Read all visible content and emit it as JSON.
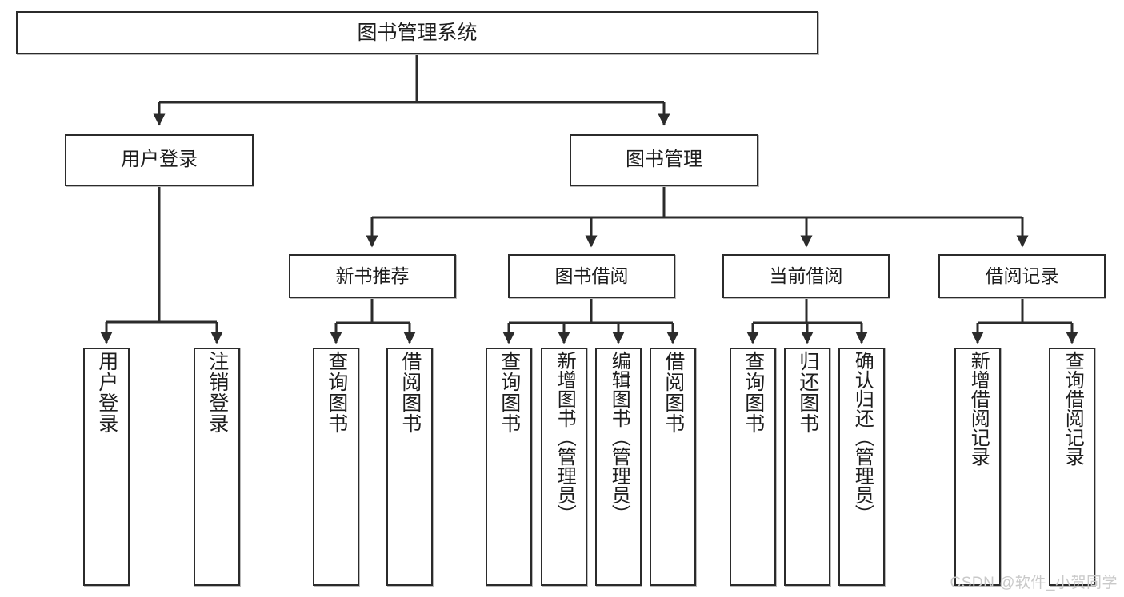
{
  "diagram": {
    "title": "图书管理系统",
    "type": "hierarchy-tree",
    "watermark": "CSDN @软件_小贺同学",
    "colors": {
      "box_border": "#2b2b2b",
      "box_fill": "#ffffff",
      "edge": "#2b2b2b",
      "text": "#1d1d1d",
      "watermark": "#c9c9c9"
    },
    "nodes": {
      "root": {
        "label": "图书管理系统"
      },
      "level2": [
        {
          "label": "用户登录"
        },
        {
          "label": "图书管理"
        }
      ],
      "level3": [
        {
          "label": "新书推荐"
        },
        {
          "label": "图书借阅"
        },
        {
          "label": "当前借阅"
        },
        {
          "label": "借阅记录"
        }
      ],
      "leaves": [
        {
          "label": "用户登录",
          "parent": "用户登录"
        },
        {
          "label": "注销登录",
          "parent": "用户登录"
        },
        {
          "label": "查询图书",
          "parent": "新书推荐"
        },
        {
          "label": "借阅图书",
          "parent": "新书推荐"
        },
        {
          "label": "查询图书",
          "parent": "图书借阅"
        },
        {
          "label": "新增图书（管理员）",
          "parent": "图书借阅"
        },
        {
          "label": "编辑图书（管理员）",
          "parent": "图书借阅"
        },
        {
          "label": "借阅图书",
          "parent": "图书借阅"
        },
        {
          "label": "查询图书",
          "parent": "当前借阅"
        },
        {
          "label": "归还图书",
          "parent": "当前借阅"
        },
        {
          "label": "确认归还（管理员）",
          "parent": "当前借阅"
        },
        {
          "label": "新增借阅记录",
          "parent": "借阅记录"
        },
        {
          "label": "查询借阅记录",
          "parent": "借阅记录"
        }
      ]
    }
  }
}
